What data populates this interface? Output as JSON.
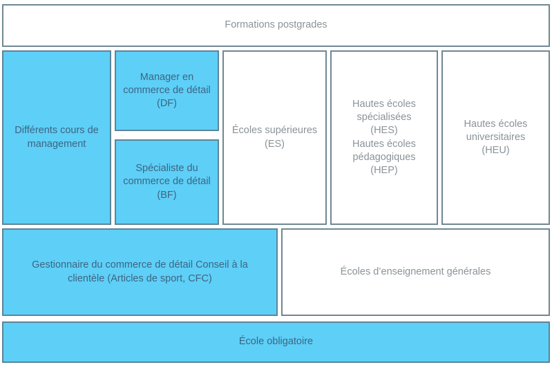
{
  "diagram": {
    "title_visible": false,
    "colors": {
      "blue_fill": "#5ecff7",
      "white_fill": "#ffffff",
      "border": "#6f8792",
      "blue_border": "#5c8497",
      "blue_text": "#3c6583",
      "white_text": "#8a9398"
    },
    "rows": {
      "postgraduate": {
        "box": {
          "name": "formations-postgrades",
          "label": "Formations postgrades",
          "style": "white"
        }
      },
      "tertiary": {
        "boxes": [
          {
            "name": "differents-cours-de-management",
            "label": "Différents cours de\nmanagement",
            "style": "blue"
          },
          {
            "name": "manager-en-commerce-de-detail-df",
            "label": "Manager en\ncommerce de détail\n(DF)",
            "style": "blue"
          },
          {
            "name": "specialiste-du-commerce-de-detail-bf",
            "label": "Spécialiste du\ncommerce de détail\n(BF)",
            "style": "blue"
          },
          {
            "name": "ecoles-superieures-es",
            "label": "Écoles supérieures\n(ES)",
            "style": "white"
          },
          {
            "name": "hautes-ecoles-specialisees-hes-pedagogiques-hep",
            "label": "Hautes écoles\nspécialisées\n(HES)\nHautes écoles\npédagogiques\n(HEP)",
            "style": "white"
          },
          {
            "name": "hautes-ecoles-universitaires-heu",
            "label": "Hautes écoles\nuniversitaires\n(HEU)",
            "style": "white"
          }
        ]
      },
      "secondary": {
        "boxes": [
          {
            "name": "gestionnaire-du-commerce-de-detail-cfc",
            "label": "Gestionnaire du commerce de détail Conseil à la\nclientèle (Articles de sport, CFC)",
            "style": "blue"
          },
          {
            "name": "ecoles-d-enseignement-generales",
            "label": "Écoles d’enseignement générales",
            "style": "white"
          }
        ]
      },
      "compulsory": {
        "box": {
          "name": "ecole-obligatoire",
          "label": "École obligatoire",
          "style": "blue"
        }
      }
    }
  }
}
